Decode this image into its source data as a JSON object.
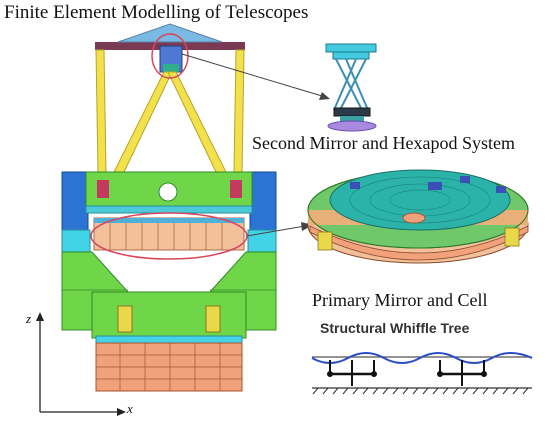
{
  "title": "Finite Element Modelling of Telescopes",
  "labels": {
    "secondary": "Second Mirror and Hexapod System",
    "primary": "Primary Mirror and Cell",
    "whiffle": "Structural Whiffle Tree"
  },
  "axes": {
    "vertical": "z",
    "horizontal": "x"
  },
  "colors": {
    "frame_yellow": "#f2e14a",
    "tube_green": "#6fd64a",
    "ring_blue": "#2b74d4",
    "cyan": "#43d3e6",
    "salmon": "#f2a27a",
    "callout_red": "#d8475b",
    "mirror_teal": "#2bb3a9",
    "whiffle_blue": "#2a4fc4"
  }
}
